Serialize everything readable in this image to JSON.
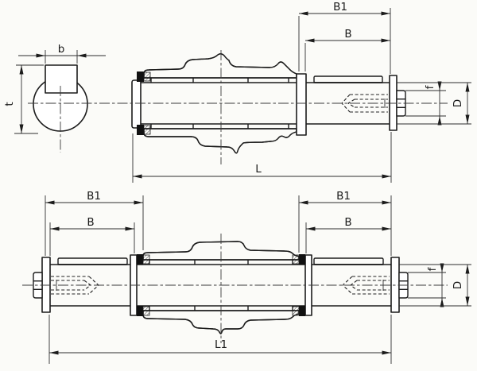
{
  "colors": {
    "background": "#fbfbf8",
    "line": "#1c1c1c"
  },
  "labels": {
    "section": {
      "key_width": "b",
      "key_depth": "t"
    },
    "top_view": {
      "b1": "B1",
      "b": "B",
      "f": "f",
      "d": "D",
      "length": "L"
    },
    "bottom_view": {
      "b1_left": "B1",
      "b_left": "B",
      "b1_right": "B1",
      "b_right": "B",
      "f": "f",
      "d": "D",
      "length": "L1"
    }
  }
}
